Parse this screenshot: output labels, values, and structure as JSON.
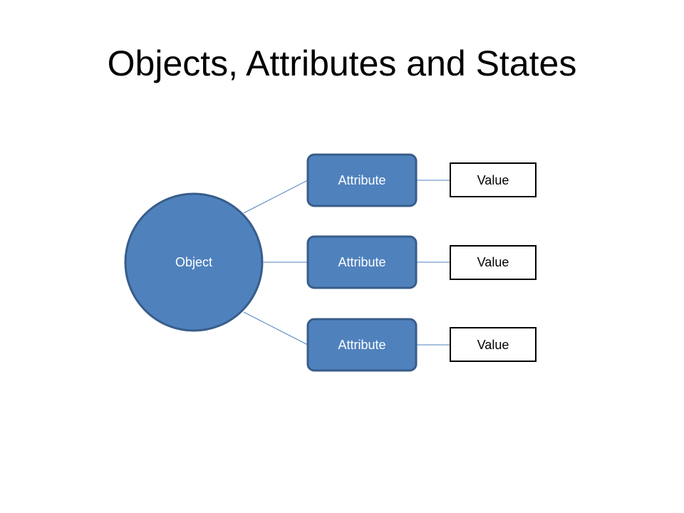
{
  "title": "Objects, Attributes and States",
  "colors": {
    "node_fill": "#4f81bd",
    "node_stroke": "#385d8a",
    "connector": "#4f81bd",
    "value_stroke": "#000000",
    "node_text": "#ffffff",
    "value_text": "#000000"
  },
  "diagram": {
    "object": {
      "label": "Object"
    },
    "attributes": [
      {
        "label": "Attribute",
        "value": "Value"
      },
      {
        "label": "Attribute",
        "value": "Value"
      },
      {
        "label": "Attribute",
        "value": "Value"
      }
    ]
  }
}
